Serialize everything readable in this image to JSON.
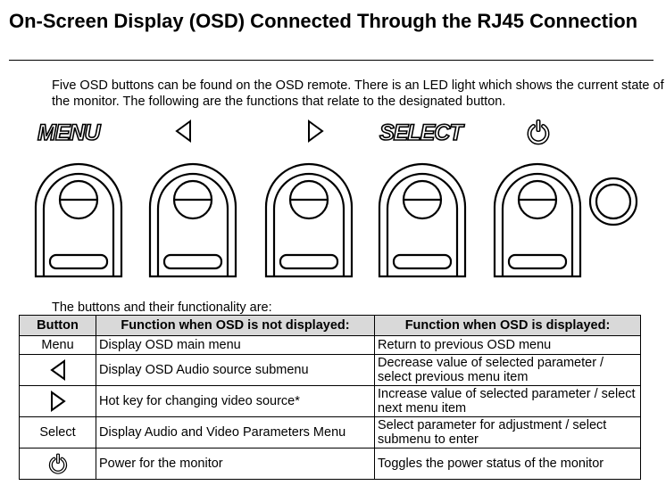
{
  "heading": "On-Screen Display (OSD) Connected Through the RJ45 Connection",
  "intro": "Five OSD buttons can be found on the OSD remote. There is an LED light which shows the current state of the monitor. The following are the functions that relate to the designated button.",
  "button_labels": {
    "menu": "MENU",
    "left_icon": "left-triangle-icon",
    "right_icon": "right-triangle-icon",
    "select": "SELECT",
    "power_icon": "power-icon"
  },
  "table_caption": "The buttons and their functionality are:",
  "table": {
    "headers": [
      "Button",
      "Function when OSD is not displayed:",
      "Function when OSD is displayed:"
    ],
    "rows": [
      {
        "button": "Menu",
        "not_displayed": "Display OSD main menu",
        "displayed": "Return to previous OSD menu"
      },
      {
        "button_icon": "left-triangle-icon",
        "not_displayed": "Display OSD Audio source submenu",
        "displayed": "Decrease value of selected parameter / select previous menu item"
      },
      {
        "button_icon": "right-triangle-icon",
        "not_displayed": "Hot key for changing video source*",
        "displayed": "Increase value of selected parameter / select next menu item"
      },
      {
        "button": "Select",
        "not_displayed": "Display Audio and Video Parameters Menu",
        "displayed": "Select parameter for adjustment / select submenu to enter"
      },
      {
        "button_icon": "power-icon",
        "not_displayed": "Power for the monitor",
        "displayed": "Toggles the power status of the monitor"
      }
    ]
  }
}
